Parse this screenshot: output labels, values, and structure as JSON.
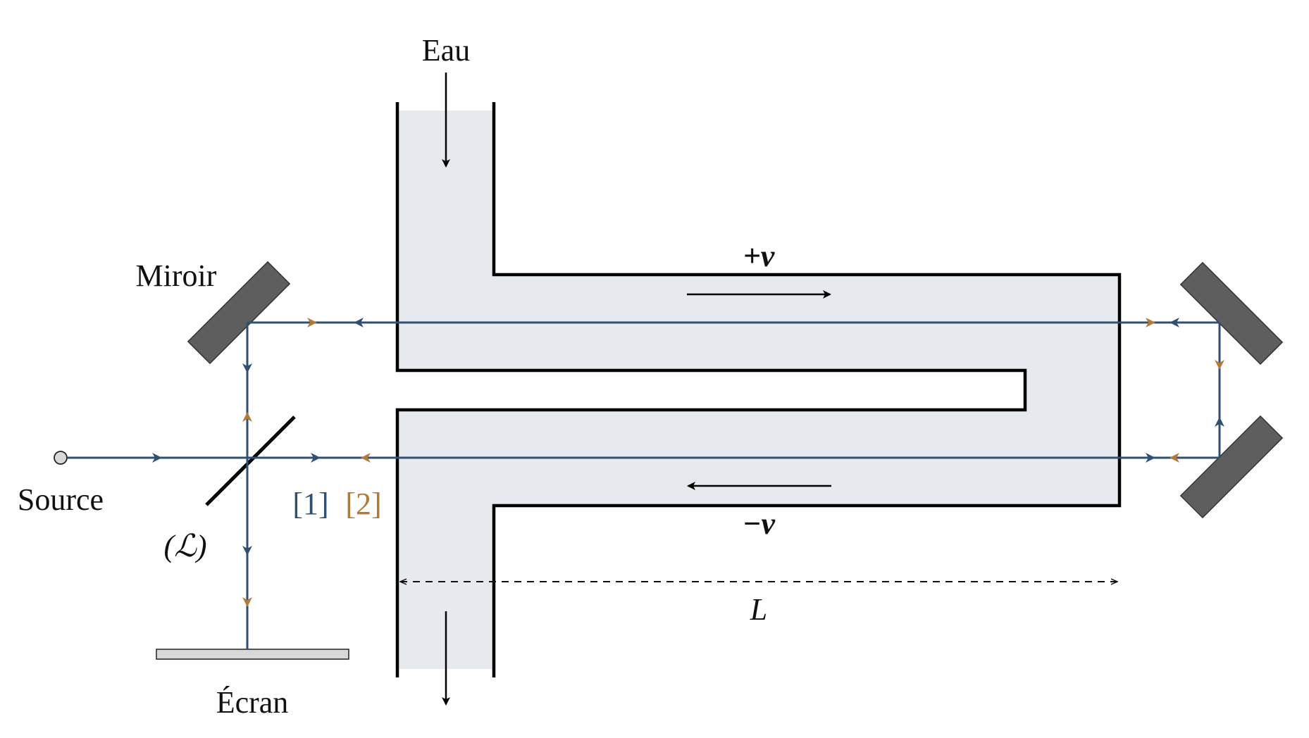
{
  "labels": {
    "water": "Eau",
    "mirror": "Miroir",
    "source": "Source",
    "beam_splitter": "(ℒ)",
    "screen": "Écran",
    "beam1": "[1]",
    "beam2": "[2]",
    "velocity_plus": "+v",
    "velocity_minus": "−v",
    "length": "L"
  },
  "colors": {
    "beam1": "#2f4f73",
    "beam2": "#b07a3a",
    "water_fill": "#e6eaee",
    "mirror_fill": "#5e5e5e",
    "screen_fill": "#d8d8d8",
    "outline": "#000000"
  }
}
